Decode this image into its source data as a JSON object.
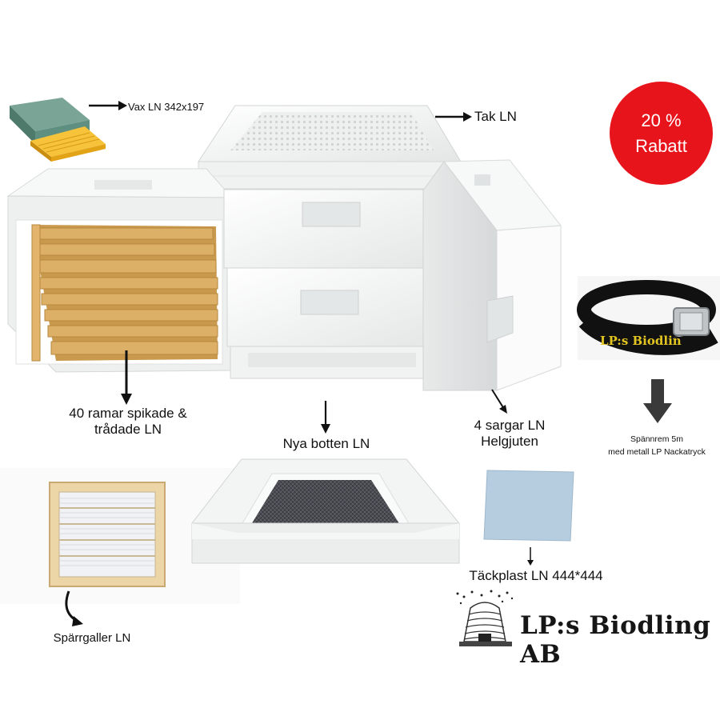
{
  "labels": {
    "vax": "Vax LN 342x197",
    "tak": "Tak LN",
    "ramar_line1": "40 ramar spikade &",
    "ramar_line2": "trådade LN",
    "botten": "Nya botten LN",
    "sargar_line1": "4 sargar LN",
    "sargar_line2": "Helgjuten",
    "spannrem_line1": "Spännrem 5m",
    "spannrem_line2": "med metall LP Nackatryck",
    "tackplast": "Täckplast LN 444*444",
    "sparrgaller": "Spärrgaller LN"
  },
  "badge": {
    "line1": "20 %",
    "line2": "Rabatt",
    "color": "#e8141c"
  },
  "strap": {
    "print": "LP:s Biodlin"
  },
  "logo": {
    "text": "LP:s Biodling AB"
  },
  "colors": {
    "styrofoam": "#f4f5f4",
    "wood": "#d7a95a",
    "wax_green": "#5f8f80",
    "wax_yellow": "#f3b31a",
    "cover_blue": "#b6cde0",
    "strap_black": "#111111",
    "strap_yellow": "#e3c521"
  },
  "icons": [
    "arrow-right-icon",
    "arrow-down-icon",
    "beehive-skep-icon"
  ]
}
